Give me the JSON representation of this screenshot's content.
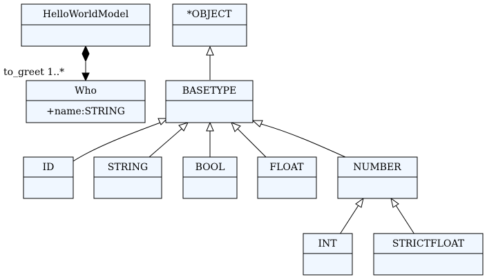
{
  "classes": {
    "helloworldmodel": {
      "name": "HelloWorldModel",
      "attributes": []
    },
    "object": {
      "name": "*OBJECT",
      "attributes": []
    },
    "who": {
      "name": "Who",
      "attributes": [
        "+name:STRING"
      ]
    },
    "basetype": {
      "name": "BASETYPE",
      "attributes": []
    },
    "id": {
      "name": "ID",
      "attributes": []
    },
    "string": {
      "name": "STRING",
      "attributes": []
    },
    "bool": {
      "name": "BOOL",
      "attributes": []
    },
    "float": {
      "name": "FLOAT",
      "attributes": []
    },
    "number": {
      "name": "NUMBER",
      "attributes": []
    },
    "int": {
      "name": "INT",
      "attributes": []
    },
    "strictfloat": {
      "name": "STRICTFLOAT",
      "attributes": []
    }
  },
  "relations": {
    "composition": {
      "from": "HelloWorldModel",
      "to": "Who",
      "label": "to_greet 1..*"
    },
    "inheritance": [
      {
        "child": "BASETYPE",
        "parent": "*OBJECT"
      },
      {
        "child": "ID",
        "parent": "BASETYPE"
      },
      {
        "child": "STRING",
        "parent": "BASETYPE"
      },
      {
        "child": "BOOL",
        "parent": "BASETYPE"
      },
      {
        "child": "FLOAT",
        "parent": "BASETYPE"
      },
      {
        "child": "NUMBER",
        "parent": "BASETYPE"
      },
      {
        "child": "INT",
        "parent": "NUMBER"
      },
      {
        "child": "STRICTFLOAT",
        "parent": "NUMBER"
      }
    ]
  }
}
